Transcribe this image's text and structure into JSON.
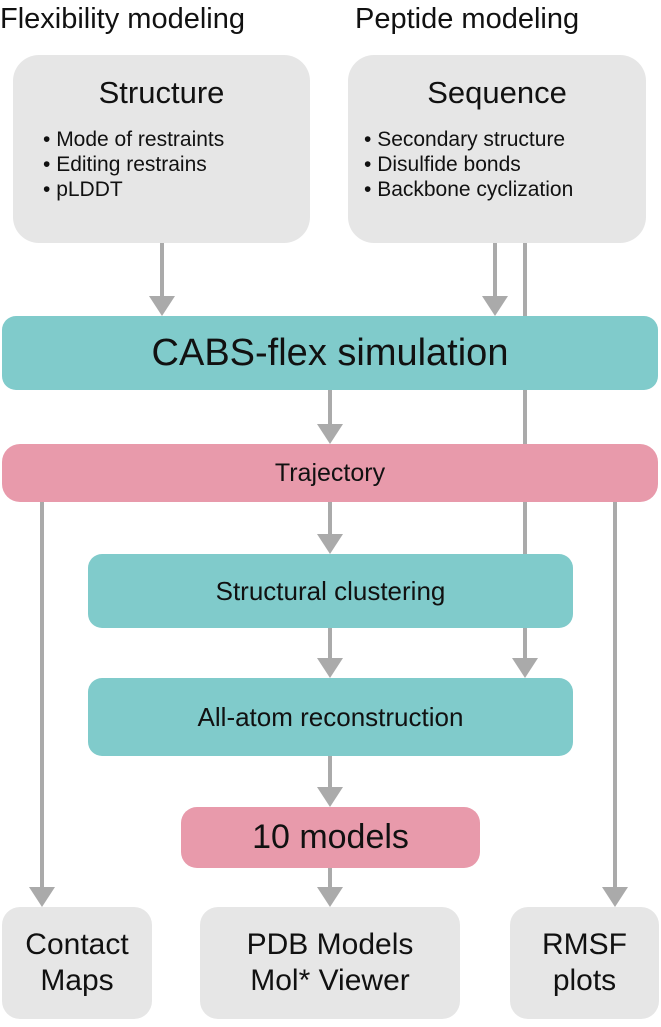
{
  "headers": {
    "left": "Flexibility modeling",
    "right": "Peptide modeling"
  },
  "inputs": {
    "structure": {
      "title": "Structure",
      "items": [
        "Mode of restraints",
        "Editing restrains",
        "pLDDT"
      ]
    },
    "sequence": {
      "title": "Sequence",
      "items": [
        "Secondary structure",
        "Disulfide bonds",
        "Backbone cyclization"
      ]
    }
  },
  "steps": {
    "simulation": "CABS-flex simulation",
    "trajectory": "Trajectory",
    "clustering": "Structural clustering",
    "reconstruction": "All-atom reconstruction",
    "models": "10 models"
  },
  "outputs": {
    "contact_maps": [
      "Contact",
      "Maps"
    ],
    "pdb_models": [
      "PDB Models",
      "Mol* Viewer"
    ],
    "rmsf_plots": [
      "RMSF",
      "plots"
    ]
  },
  "colors": {
    "input_box": "#e6e6e6",
    "process_box": "#80cbcb",
    "result_box": "#e89aab",
    "arrow": "#aaaaaa"
  }
}
